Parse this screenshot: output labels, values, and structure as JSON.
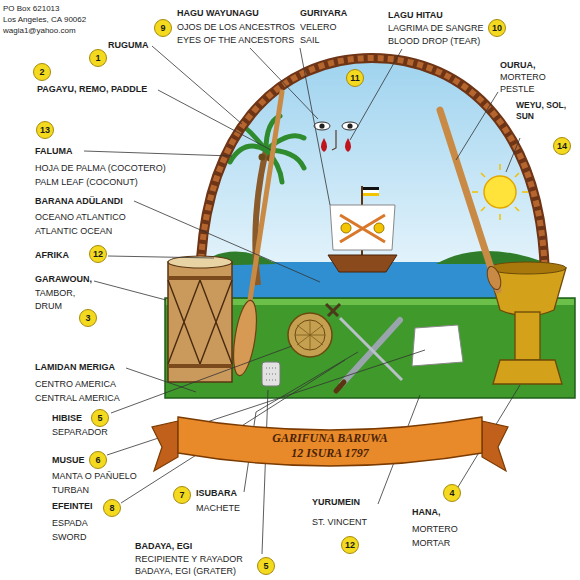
{
  "diagram": {
    "nodes": [
      {
        "text": [
          "9"
        ]
      },
      {
        "text": [
          "10"
        ]
      },
      {
        "text": [
          "1"
        ]
      },
      {
        "text": [
          "2"
        ]
      },
      {
        "text": [
          "11"
        ]
      },
      {
        "text": [
          "13"
        ]
      },
      {
        "text": [
          "14"
        ]
      },
      {
        "text": [
          "12"
        ]
      },
      {
        "text": [
          "3"
        ]
      },
      {
        "text": [
          "5"
        ]
      },
      {
        "text": [
          "GARIFUNA BARUWA",
          "12 ISURA 1797"
        ]
      },
      {
        "text": [
          "6"
        ]
      },
      {
        "text": [
          "4"
        ]
      },
      {
        "text": [
          "7"
        ]
      },
      {
        "text": [
          "8"
        ]
      },
      {
        "text": [
          "12"
        ]
      },
      {
        "text": [
          "5"
        ]
      }
    ],
    "labels": [
      "PO Box 621013",
      "Los Angeles, CA 90062",
      "wagia1@yahoo.com",
      "RUGUMA",
      "PAGAYU, REMO, PADDLE",
      "HAGU WAYUNAGU",
      "OJOS DE LOS ANCESTROS",
      "EYES OF THE ANCESTORS",
      "GURIYARA",
      "VELERO",
      "SAIL",
      "LAGU HITAU",
      "LAGRIMA DE SANGRE",
      "BLOOD DROP (TEAR)",
      "OURUA,",
      "MORTERO",
      "PESTLE",
      "WEYU, SOL, SUN",
      "FALUMA",
      "HOJA DE PALMA (COCOTERO)",
      "PALM LEAF (COCONUT)",
      "BARANA ADÜLANDI",
      "OCEANO ATLANTICO",
      "ATLANTIC OCEAN",
      "AFRIKA",
      "GARAWOUN,",
      "TAMBOR,",
      "DRUM",
      "LAMIDAN MERIGA",
      "CENTRO AMERICA",
      "CENTRAL AMERICA",
      "HIBISE",
      "SEPARADOR",
      "MUSUE",
      "MANTA O PAÑUELO",
      "TURBAN",
      "EFEINTEI",
      "ESPADA",
      "SWORD",
      "ISUBARA",
      "MACHETE",
      "BADAYA, EGI",
      "RECIPIENTE Y RAYADOR",
      "BADAYA, EGI (GRATER)",
      "YURUMEIN",
      "ST. VINCENT",
      "HANA,",
      "MORTERO",
      "MORTAR"
    ]
  }
}
